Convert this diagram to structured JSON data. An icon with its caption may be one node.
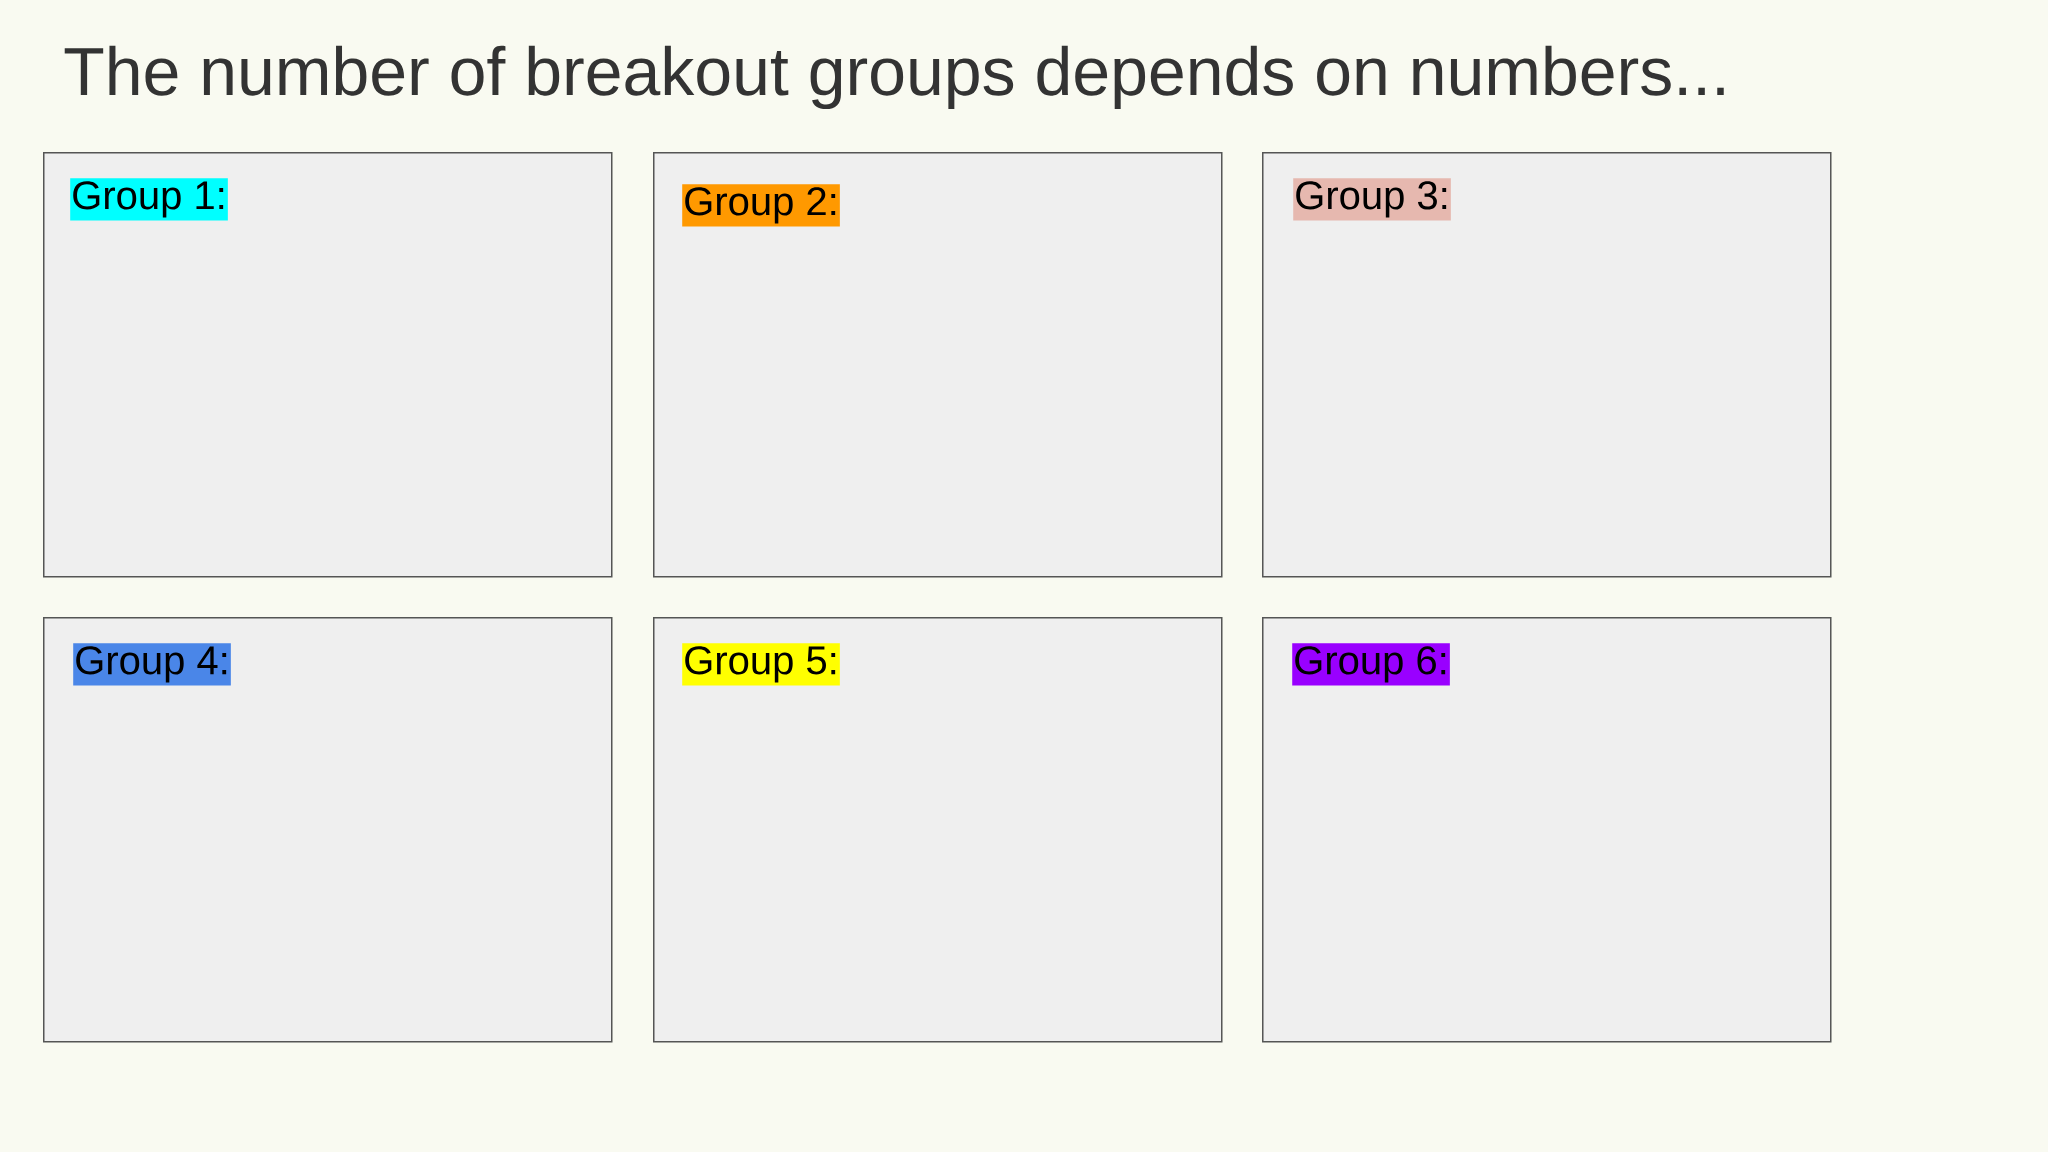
{
  "diagram": {
    "title": "The number of breakout groups depends on numbers...",
    "nodes": [
      {
        "text": [
          "Group 1:"
        ]
      },
      {
        "text": [
          "Group 2:"
        ]
      },
      {
        "text": [
          "Group 3:"
        ]
      },
      {
        "text": [
          "Group 4:"
        ]
      },
      {
        "text": [
          "Group 5:"
        ]
      },
      {
        "text": [
          "Group 6:"
        ]
      }
    ]
  }
}
